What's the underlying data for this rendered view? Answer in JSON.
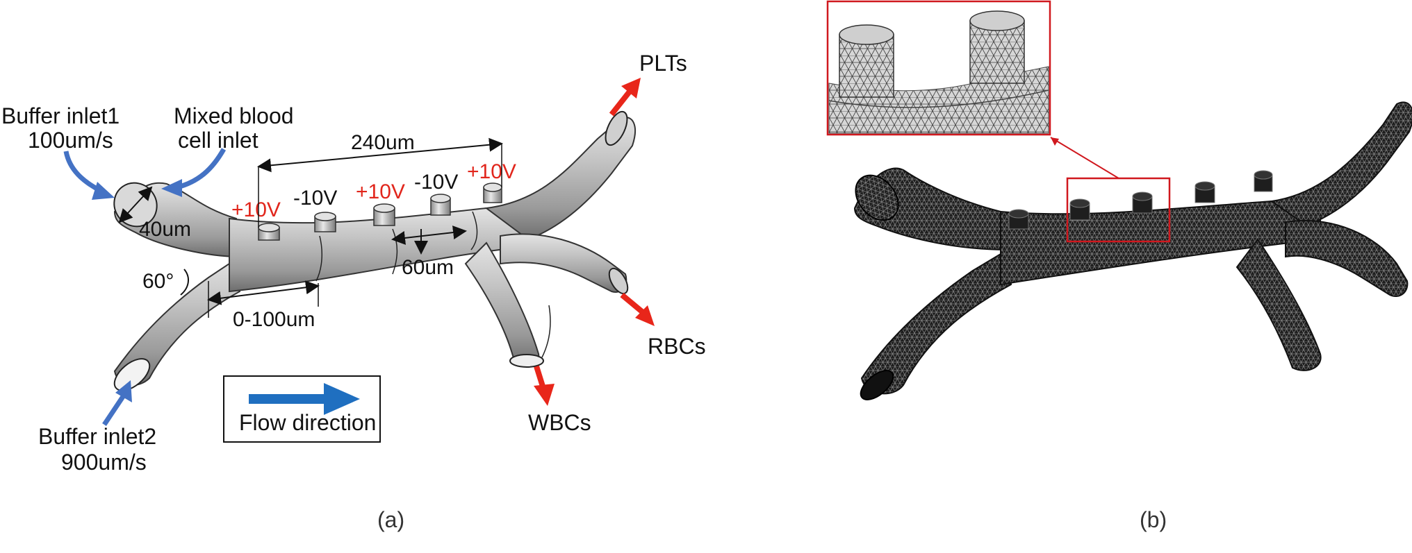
{
  "panel_a": {
    "caption": "(a)",
    "buffer_inlet1": {
      "name": "Buffer inlet1",
      "speed": "100um/s"
    },
    "mixed_inlet": {
      "line1": "Mixed blood",
      "line2": "cell inlet"
    },
    "buffer_inlet2": {
      "name": "Buffer inlet2",
      "speed": "900um/s"
    },
    "outlets": {
      "plts": "PLTs",
      "rbcs": "RBCs",
      "wbcs": "WBCs"
    },
    "dims": {
      "electrode_span": "240um",
      "channel_diameter": "40um",
      "angle": "60°",
      "offset_range": "0-100um",
      "spacing": "60um"
    },
    "electrodes": [
      {
        "label": "+10V",
        "color": "#e1261c"
      },
      {
        "label": "-10V",
        "color": "#111111"
      },
      {
        "label": "+10V",
        "color": "#e1261c"
      },
      {
        "label": "-10V",
        "color": "#111111"
      },
      {
        "label": "+10V",
        "color": "#e1261c"
      }
    ],
    "legend": {
      "label": "Flow direction"
    }
  },
  "panel_b": {
    "caption": "(b)"
  },
  "colors": {
    "inlet_arrow": "#4472c4",
    "outlet_arrow": "#e8261a",
    "flow_arrow": "#1f6fc0",
    "zoom_box": "#d0181e",
    "mesh_body": "#2a2a2a"
  }
}
